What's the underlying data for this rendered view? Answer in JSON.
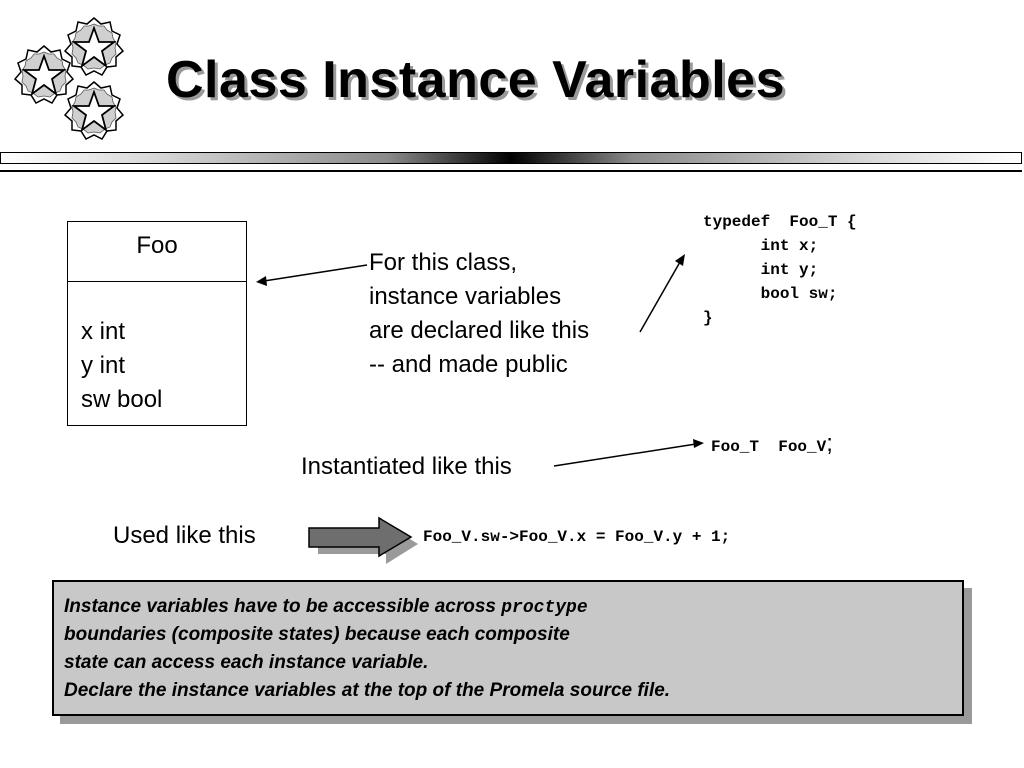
{
  "slide": {
    "title": "Class  Instance Variables"
  },
  "uml": {
    "class_name": "Foo",
    "attributes": [
      "x int",
      "y int",
      "sw bool"
    ]
  },
  "labels": {
    "declared": [
      "For this class,",
      "instance variables",
      "are declared like this",
      "-- and made public"
    ],
    "instantiated": "Instantiated like this",
    "used": "Used like this"
  },
  "code": {
    "typedef_lines": [
      "typedef  Foo_T {",
      "      int x;",
      "      int y;",
      "      bool sw;",
      "}"
    ],
    "instance_decl": "Foo_T  Foo_V",
    "instance_semicolon": ";",
    "usage": "Foo_V.sw->Foo_V.x = Foo_V.y + 1;"
  },
  "note": {
    "line1_text": "Instance variables have to be accessible across ",
    "line1_code": "proctype",
    "line2": " boundaries (composite states) because each composite",
    "line3": "state can access each instance variable.",
    "line4": "Declare the instance variables at  the top of the Promela source file."
  },
  "icons": [
    "star-icon",
    "star-icon",
    "star-icon"
  ]
}
